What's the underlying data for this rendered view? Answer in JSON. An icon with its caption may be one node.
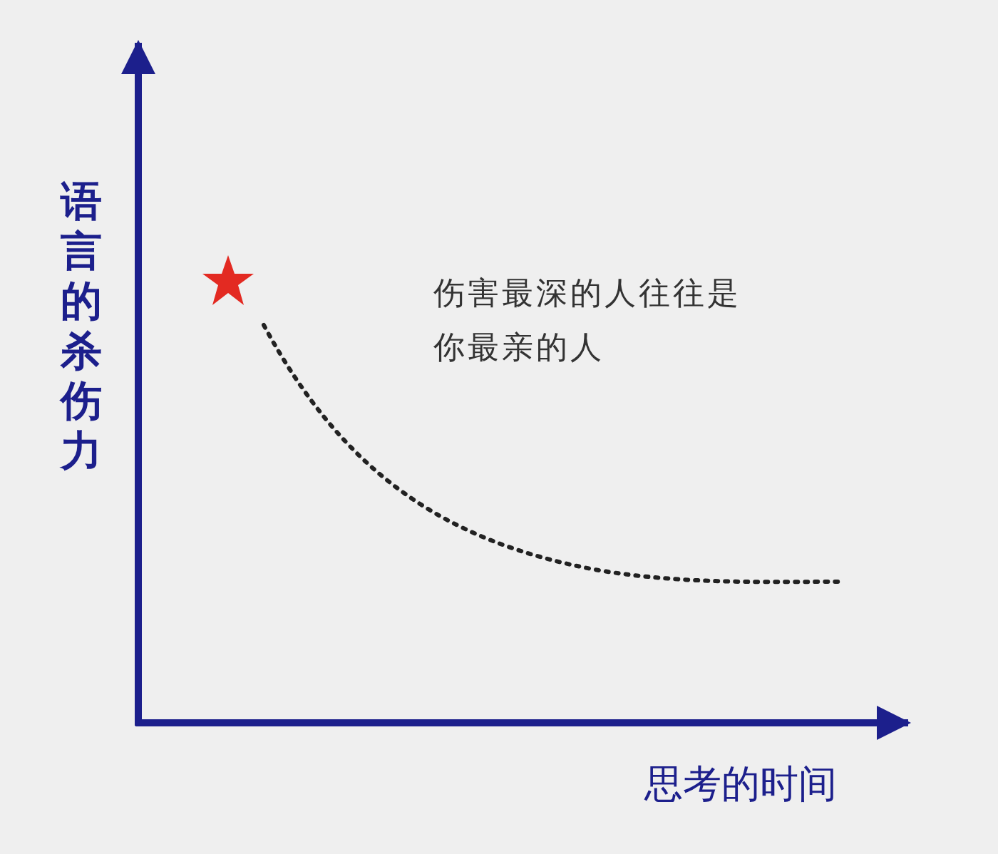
{
  "diagram": {
    "labels": [
      "语言的杀伤力",
      "伤害最深的人往往是你最亲的人",
      "思考的时间"
    ]
  }
}
